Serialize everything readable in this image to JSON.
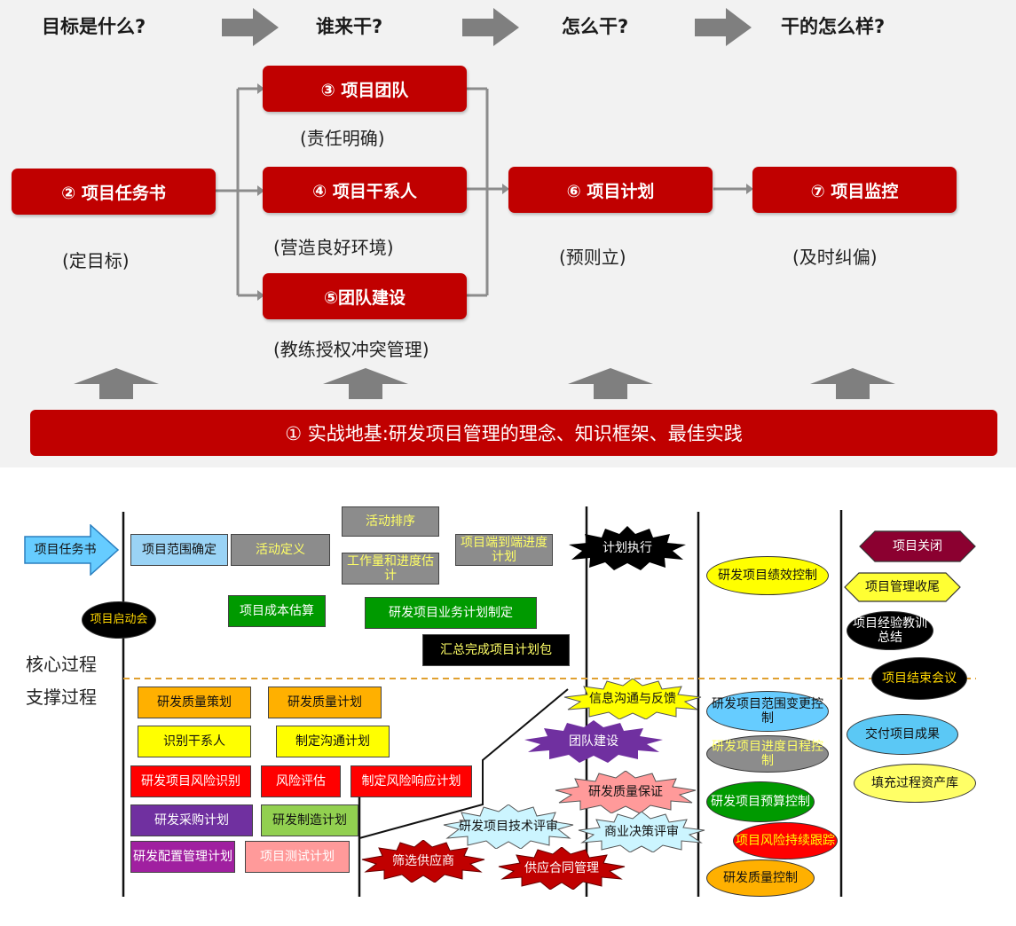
{
  "top": {
    "headers": [
      "目标是什么?",
      "谁来干?",
      "怎么干?",
      "干的怎么样?"
    ],
    "boxes": {
      "b2": "② 项目任务书",
      "b3": "③ 项目团队",
      "b4": "④ 项目干系人",
      "b5": "⑤团队建设",
      "b6": "⑥ 项目计划",
      "b7": "⑦ 项目监控"
    },
    "subs": {
      "s2": "(定目标)",
      "s3": "(责任明确)",
      "s4": "(营造良好环境)",
      "s5": "(教练授权冲突管理)",
      "s6": "(预则立)",
      "s7": "(及时纠偏)"
    },
    "base": "① 实战地基:研发项目管理的理念、知识框架、最佳实践",
    "colors": {
      "red": "#c00000",
      "arrow": "#7f7f7f"
    }
  },
  "bottom": {
    "labels": {
      "core": "核心过程",
      "support": "支撑过程"
    },
    "nodes": {
      "charter": "项目任务书",
      "kickoff": "项目启动会",
      "scope_define": "项目范围确定",
      "activity_define": "活动定义",
      "activity_sequence": "活动排序",
      "effort_estimate": "工作量和进度估计",
      "e2e_schedule": "项目端到端进度计划",
      "cost_estimate": "项目成本估算",
      "biz_plan": "研发项目业务计划制定",
      "plan_package": "汇总完成项目计划包",
      "plan_exec": "计划执行",
      "perf_control": "研发项目绩效控制",
      "close": "项目关闭",
      "wrapup": "项目管理收尾",
      "lessons": "项目经验教训总结",
      "close_meeting": "项目结束会议",
      "deliver": "交付项目成果",
      "assets": "填充过程资产库",
      "quality_strategy": "研发质量策划",
      "quality_plan": "研发质量计划",
      "stakeholder_id": "识别干系人",
      "comm_plan": "制定沟通计划",
      "risk_id": "研发项目风险识别",
      "risk_assess": "风险评估",
      "risk_response": "制定风险响应计划",
      "procure_plan": "研发采购计划",
      "mfg_plan": "研发制造计划",
      "config_plan": "研发配置管理计划",
      "test_plan": "项目测试计划",
      "info_comm": "信息沟通与反馈",
      "team_build": "团队建设",
      "qa": "研发质量保证",
      "tech_review": "研发项目技术评审",
      "biz_review": "商业决策评审",
      "supplier_select": "筛选供应商",
      "contract_mgmt": "供应合同管理",
      "scope_change": "研发项目范围变更控制",
      "schedule_control": "研发项目进度日程控制",
      "budget_control": "研发项目预算控制",
      "risk_track": "项目风险持续跟踪",
      "quality_control": "研发质量控制"
    }
  }
}
